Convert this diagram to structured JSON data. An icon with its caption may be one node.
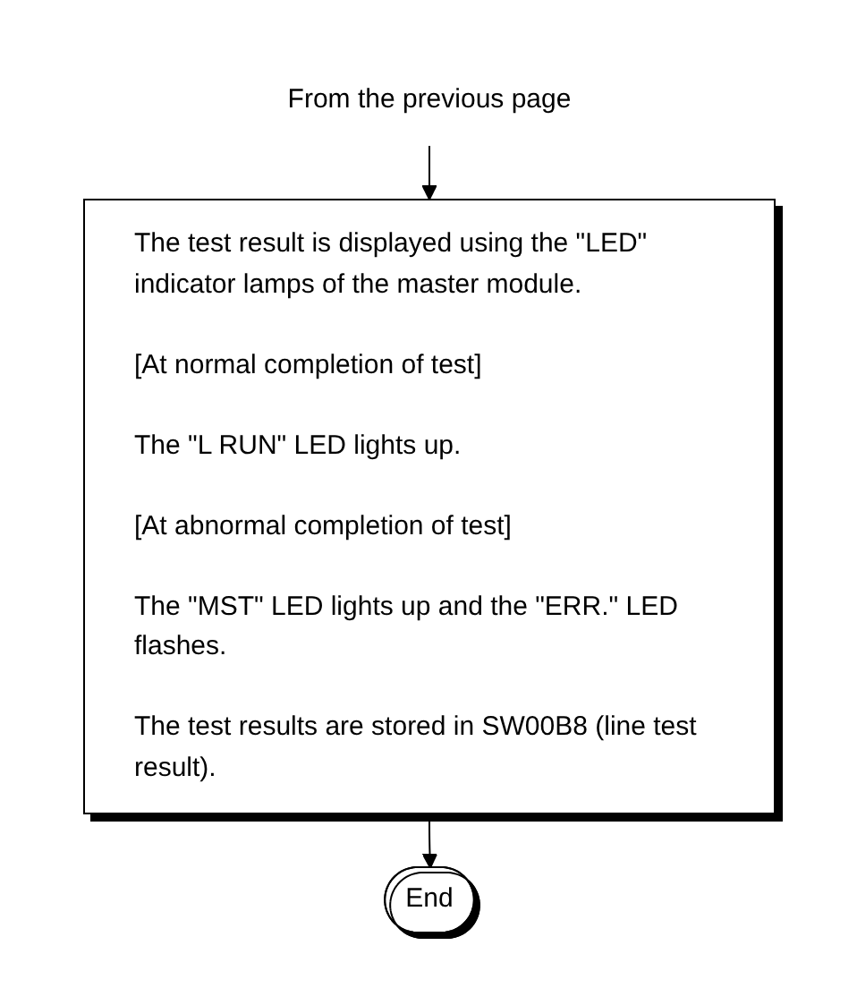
{
  "diagram": {
    "nodes": [
      {
        "text": [
          "From the previous page"
        ]
      },
      {
        "text": [
          "The test result is displayed using the \"LED\" indicator lamps of the master module.",
          "[At normal completion of test]",
          "The \"L RUN\" LED lights up.",
          "[At abnormal completion of test]",
          "The \"MST\" LED lights up and the \"ERR.\" LED flashes.",
          "The test results are stored in SW00B8 (line test result)."
        ]
      },
      {
        "text": [
          "End"
        ]
      }
    ],
    "edges": [
      {
        "from": 0,
        "to": 1,
        "arrow": "to"
      },
      {
        "from": 1,
        "to": 2,
        "arrow": "to"
      }
    ]
  }
}
